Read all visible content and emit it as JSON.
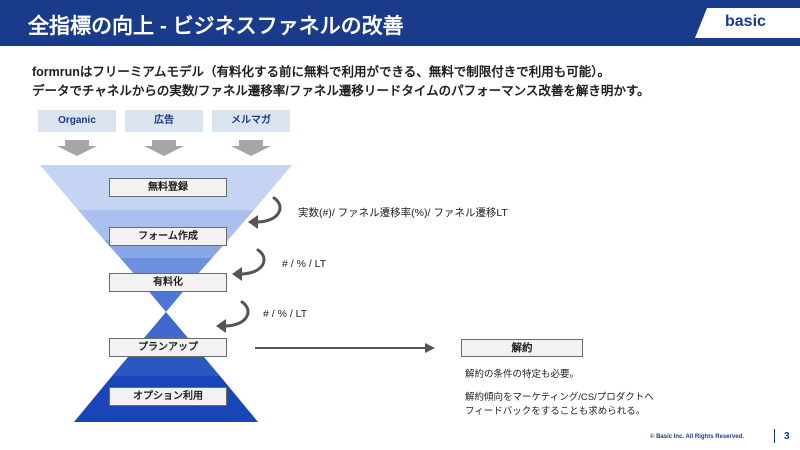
{
  "header": {
    "title": "全指標の向上 - ビジネスファネルの改善",
    "brand": "basic"
  },
  "lead": {
    "line1": "formrunはフリーミアムモデル（有料化する前に無料で利用ができる、無料で制限付きで利用も可能）。",
    "line2": "データでチャネルからの実数/ファネル遷移率/ファネル遷移リードタイムのパフォーマンス改善を解き明かす。"
  },
  "sources": [
    "Organic",
    "広告",
    "メルマガ"
  ],
  "stages": [
    "無料登録",
    "フォーム作成",
    "有料化",
    "プランアップ",
    "オプション利用"
  ],
  "metrics": {
    "first": "実数(#)/ ファネル遷移率(%)/ ファネル遷移LT",
    "second": "# / % / LT",
    "third": "# / % / LT"
  },
  "outcome": {
    "title": "解約",
    "note1": "解約の条件の特定も必要。",
    "note2_line1": "解約傾向をマーケティング/CS/プロダクトへ",
    "note2_line2": "フィードバックをすることも求められる。"
  },
  "footer": {
    "copyright": "© Basic Inc. All Rights Reserved.",
    "page": "3"
  },
  "colors": {
    "brand": "#1a3a8c",
    "funnel_light": "#c5d4f2",
    "funnel_dark": "#1a45b8",
    "source_box": "#dbe3ee",
    "arrow_gray": "#a6a6a6"
  }
}
